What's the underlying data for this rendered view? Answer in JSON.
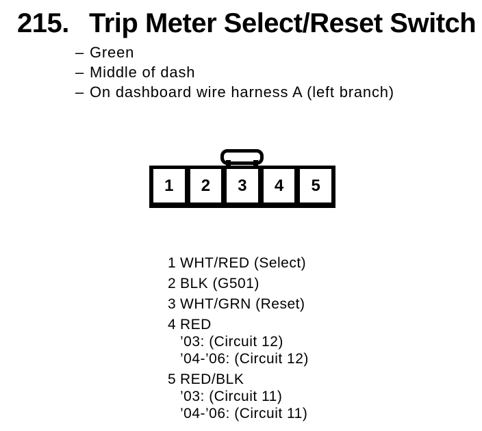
{
  "page": {
    "title_number": "215.",
    "title": "Trip Meter Select/Reset Switch"
  },
  "details": {
    "dash": "–",
    "bullets": [
      "Green",
      "Middle of dash",
      "On dashboard wire harness A (left branch)"
    ]
  },
  "connector": {
    "pins": [
      "1",
      "2",
      "3",
      "4",
      "5"
    ]
  },
  "pinout": {
    "rows": [
      {
        "num": "1",
        "text": "WHT/RED (Select)"
      },
      {
        "num": "2",
        "text": "BLK (G501)"
      },
      {
        "num": "3",
        "text": "WHT/GRN (Reset)"
      },
      {
        "num": "4",
        "text": "RED"
      },
      {
        "num": "",
        "text": "’03: (Circuit 12)"
      },
      {
        "num": "",
        "text": "’04-’06: (Circuit 12)"
      },
      {
        "num": "5",
        "text": "RED/BLK"
      },
      {
        "num": "",
        "text": "’03: (Circuit 11)"
      },
      {
        "num": "",
        "text": "’04-’06: (Circuit 11)"
      }
    ]
  },
  "colors": {
    "ink": "#000000",
    "paper": "#ffffff"
  }
}
